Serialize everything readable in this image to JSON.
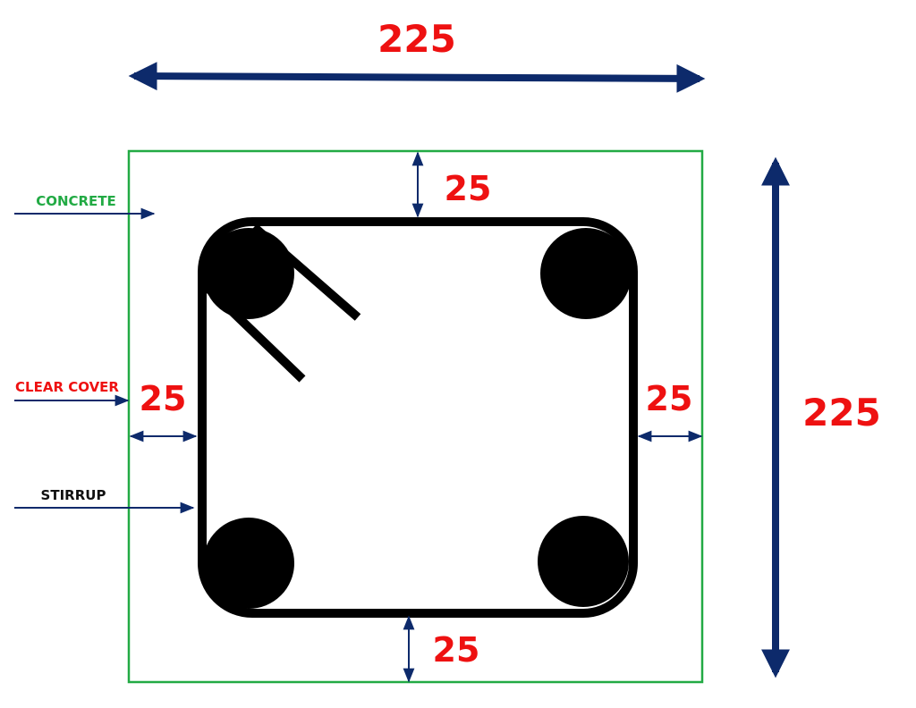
{
  "dimensions": {
    "overall_width": "225",
    "overall_height": "225",
    "cover_top": "25",
    "cover_bottom": "25",
    "cover_left": "25",
    "cover_right": "25"
  },
  "labels": {
    "concrete": "CONCRETE",
    "clear_cover": "CLEAR COVER",
    "stirrup": "STIRRUP"
  },
  "colors": {
    "dimension_arrow": "#0d2a6b",
    "dimension_text": "#ee1111",
    "concrete_outline": "#22aa44",
    "concrete_label": "#22aa44",
    "clear_cover_label": "#ee1111",
    "stirrup_label": "#111111",
    "steel": "#000000"
  }
}
